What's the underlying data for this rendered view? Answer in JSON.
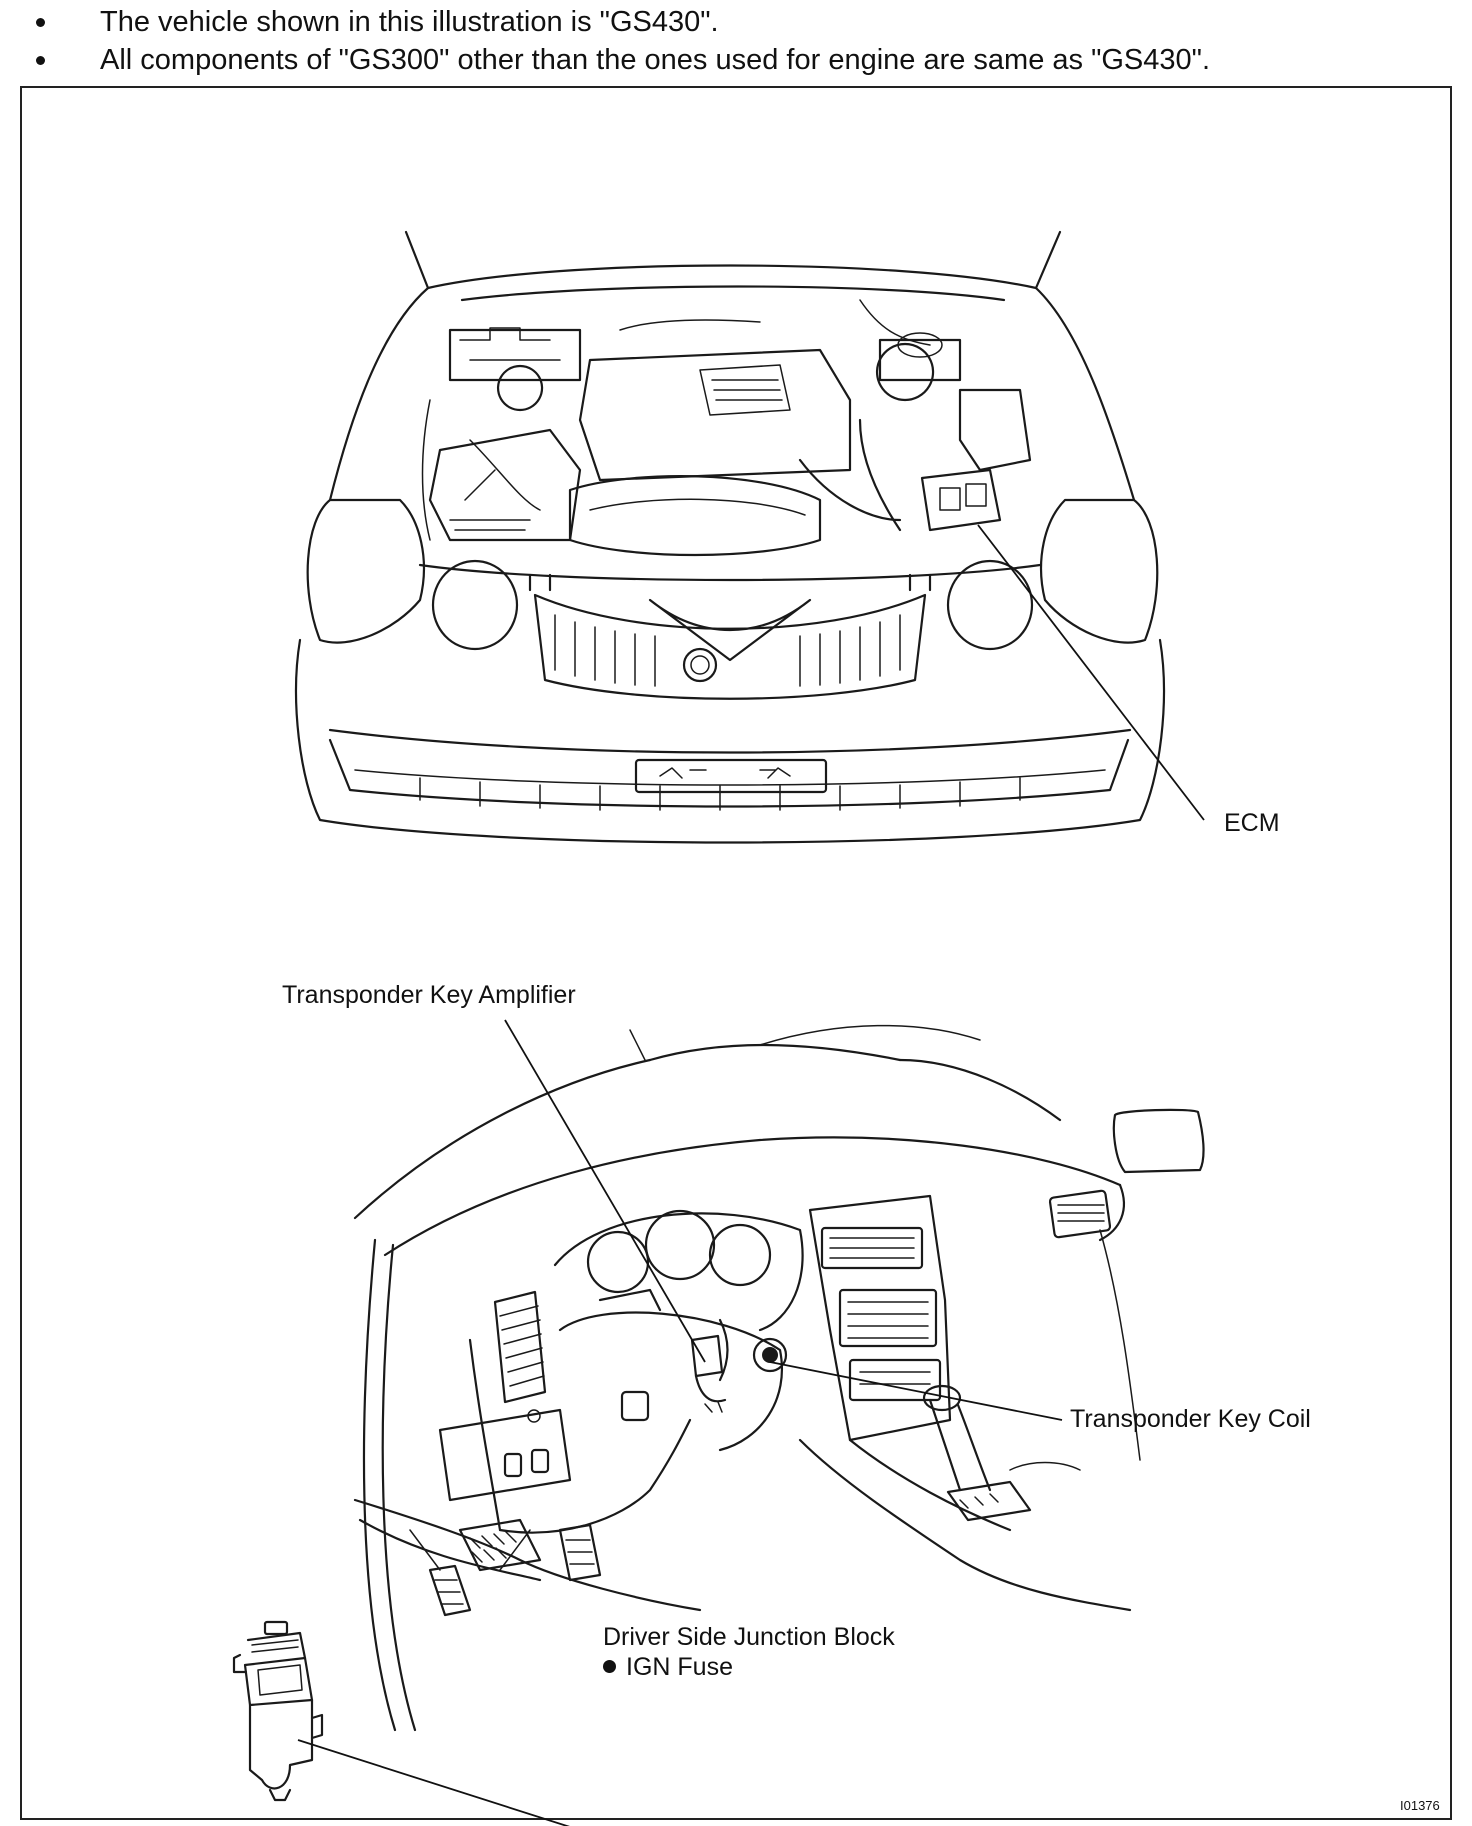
{
  "notes": [
    "The vehicle shown in this illustration is \"GS430\".",
    "All components of \"GS300\" other than the ones used for engine are same as \"GS430\"."
  ],
  "labels": {
    "ecm": "ECM",
    "transponder_key_amplifier": "Transponder Key Amplifier",
    "transponder_key_coil": "Transponder Key Coil",
    "driver_side_junction_block": "Driver Side Junction Block",
    "ign_fuse": "IGN Fuse"
  },
  "figure_code": "I01376"
}
